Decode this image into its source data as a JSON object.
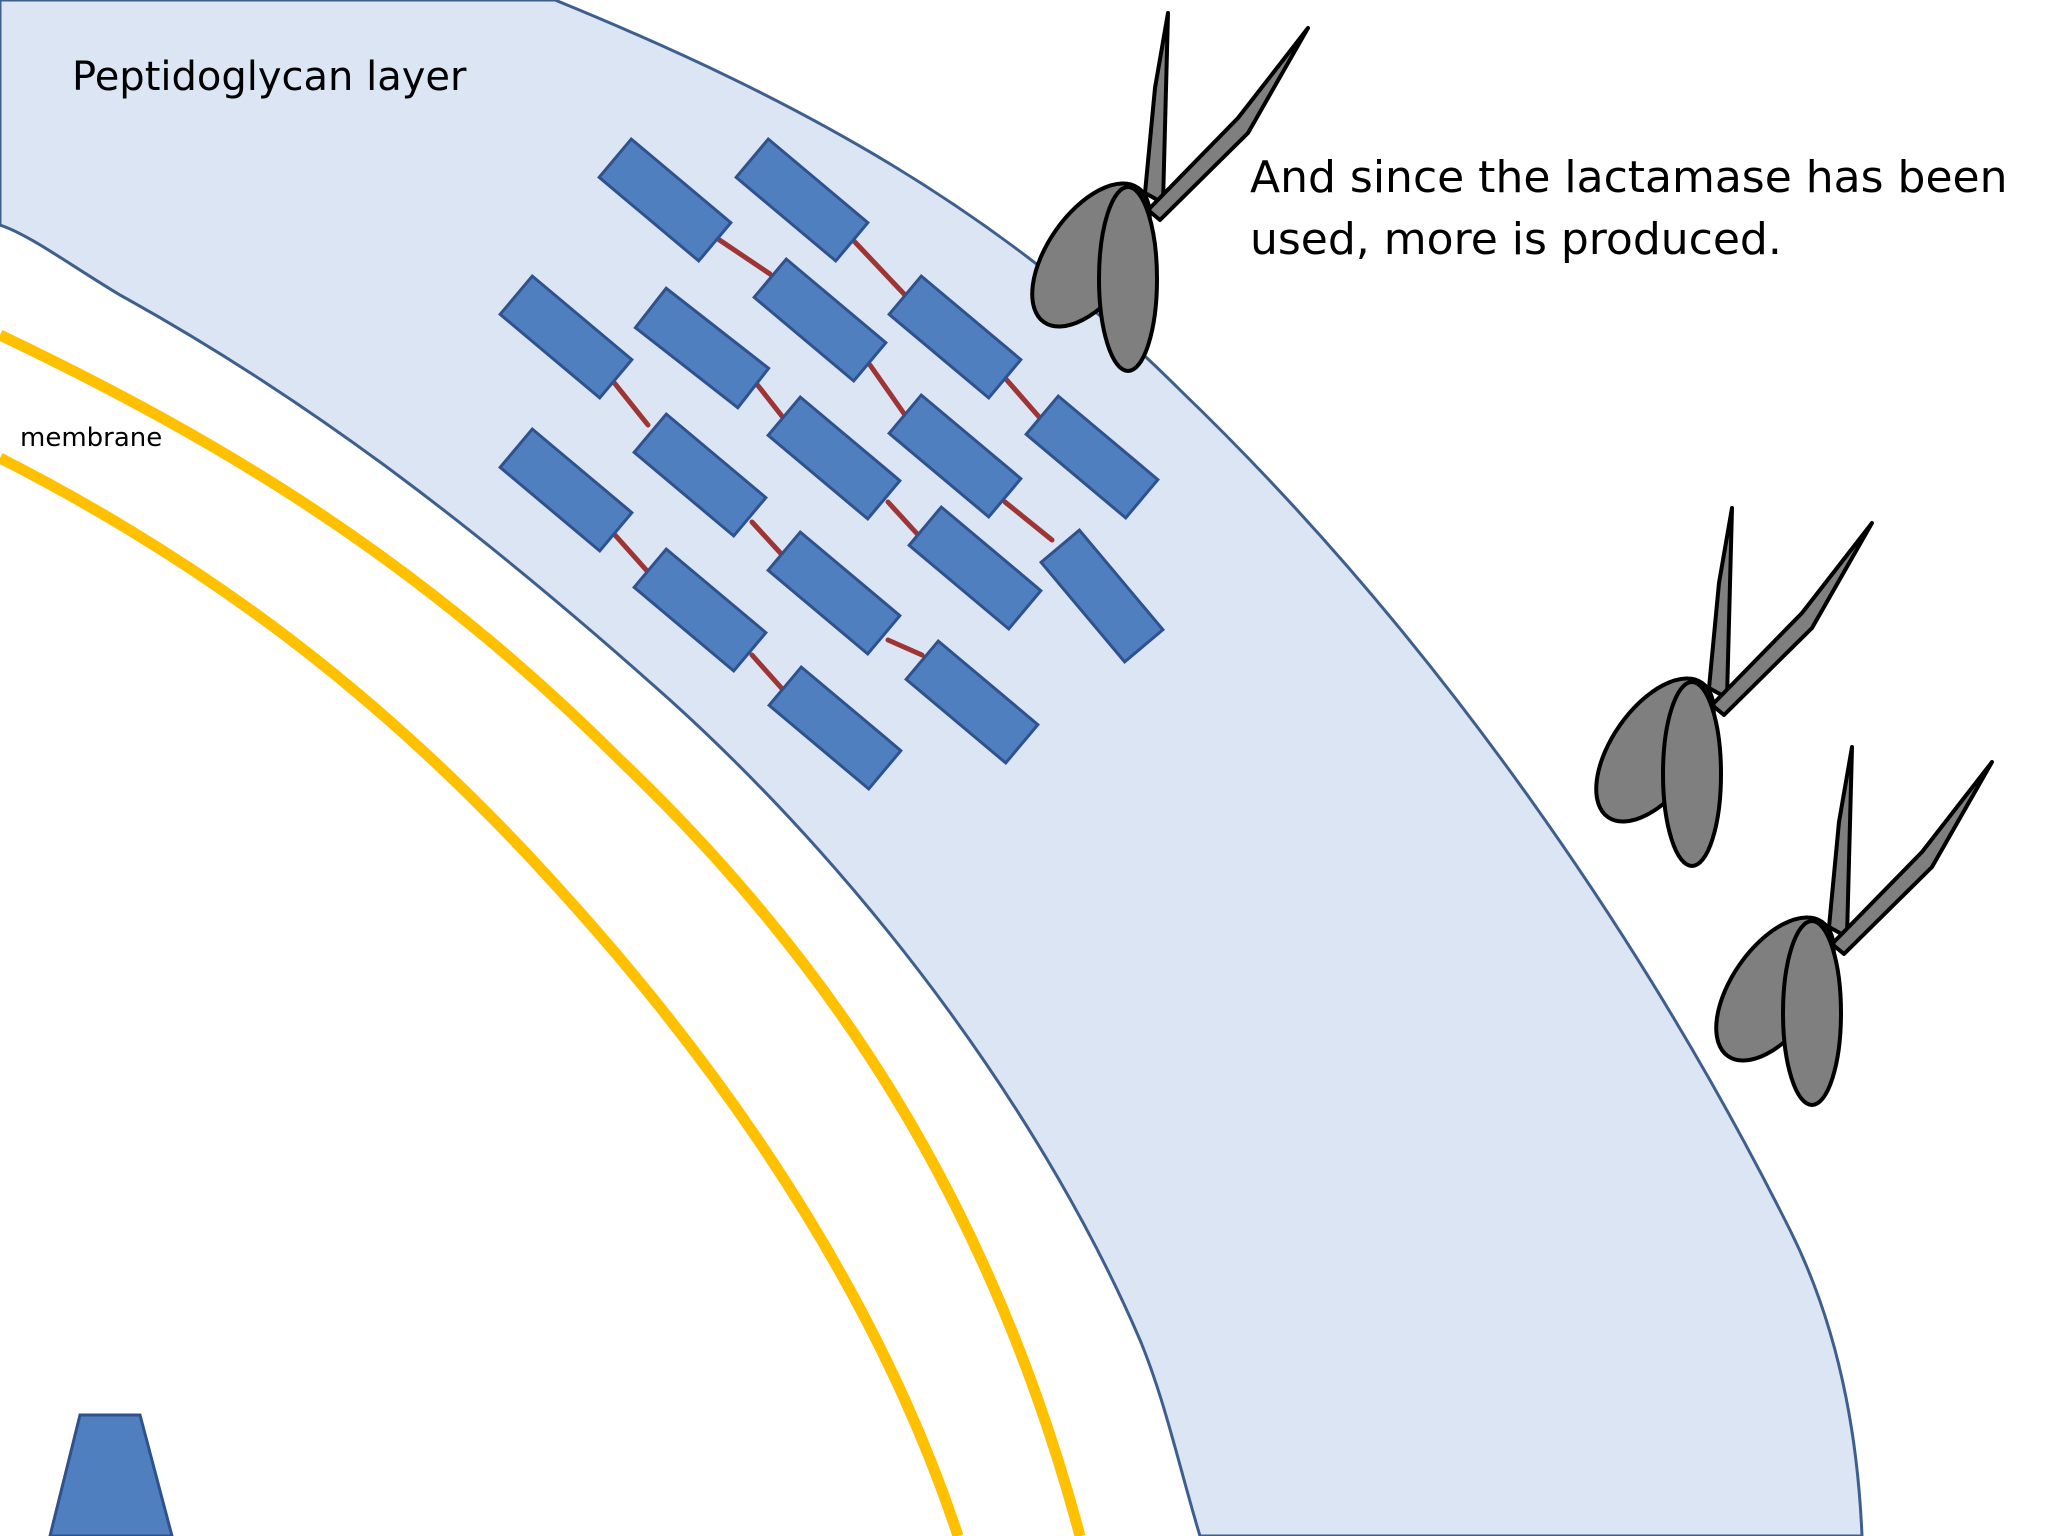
{
  "labels": {
    "layer_title": "Peptidoglycan layer",
    "membrane": "membrane",
    "caption_line1": "And since the lactamase has been",
    "caption_line2": "used, more is produced."
  },
  "colors": {
    "background": "#ffffff",
    "peptidoglycan_fill": "#dce5f3",
    "peptidoglycan_edge": "#3e5f8e",
    "membrane": "#ffc000",
    "block_fill": "#4f7fbf",
    "block_edge": "#2f528f",
    "crosslink": "#9e3535",
    "scissors_fill": "#7f7f7f",
    "scissors_edge": "#000000"
  },
  "icons": {
    "enzyme": "scissors-icon",
    "subunit": "blue-block",
    "protein": "trapezoid-shape"
  }
}
